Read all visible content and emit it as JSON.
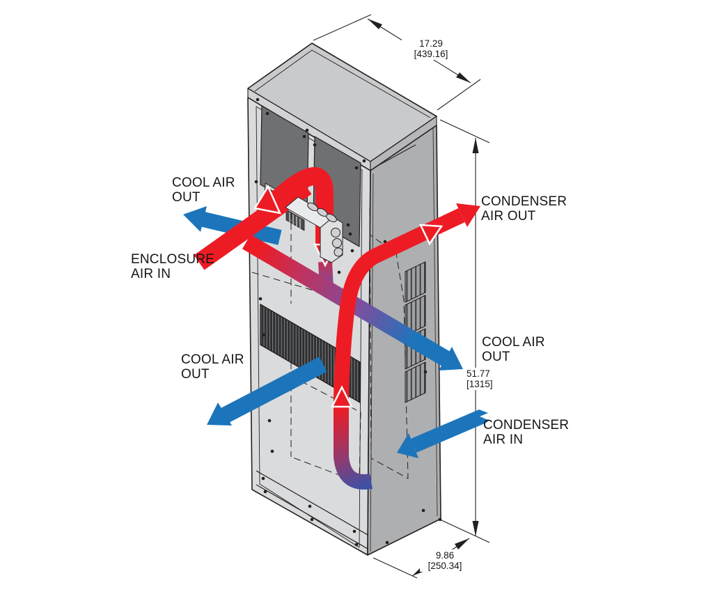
{
  "diagram": {
    "labels": {
      "cool_air_out_top": [
        "COOL AIR",
        "OUT"
      ],
      "enclosure_air_in": [
        "ENCLOSURE",
        "AIR IN"
      ],
      "cool_air_out_left": [
        "COOL AIR",
        "OUT"
      ],
      "condenser_air_out": [
        "CONDENSER",
        "AIR OUT"
      ],
      "cool_air_out_right": [
        "COOL AIR",
        "OUT"
      ],
      "condenser_air_in": [
        "CONDENSER",
        "AIR IN"
      ]
    },
    "dimensions": {
      "width": {
        "in": "17.29",
        "mm": "[439.16]"
      },
      "height": {
        "in": "51.77",
        "mm": "[1315]"
      },
      "depth": {
        "in": "9.86",
        "mm": "[250.34]"
      }
    },
    "colors": {
      "hot_air": "#ED1C24",
      "cool_air": "#1C75BB",
      "line": "#231F20",
      "cabinet_front": "#DADBDC",
      "cabinet_top": "#C9CACC",
      "cabinet_side": "#AEAFB1",
      "panel_dark": "#6F7072"
    }
  }
}
